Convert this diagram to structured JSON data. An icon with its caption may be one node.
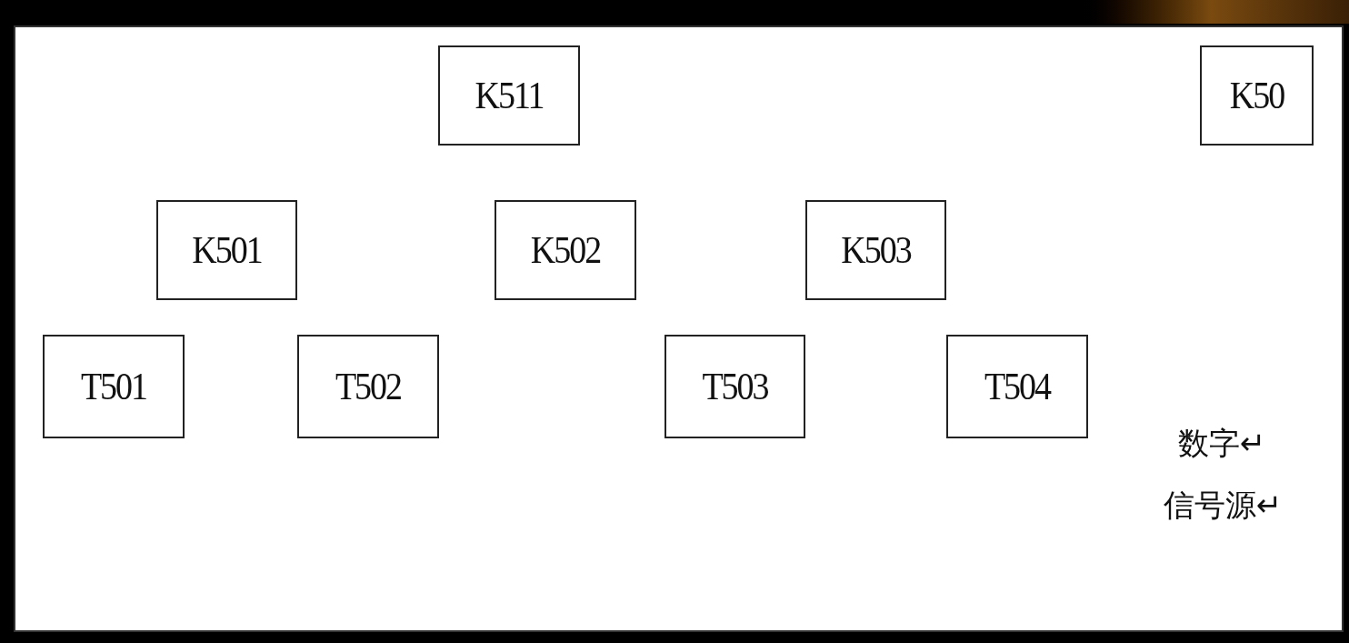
{
  "diagram": {
    "nodes": [
      {
        "text": [
          "K511"
        ]
      },
      {
        "text": [
          "K50"
        ]
      },
      {
        "text": [
          "K501"
        ]
      },
      {
        "text": [
          "K502"
        ]
      },
      {
        "text": [
          "K503"
        ]
      },
      {
        "text": [
          "T501"
        ]
      },
      {
        "text": [
          "T502"
        ]
      },
      {
        "text": [
          "T503"
        ]
      },
      {
        "text": [
          "T504"
        ]
      }
    ],
    "labels": [
      "数字↵",
      "信号源↵"
    ]
  }
}
